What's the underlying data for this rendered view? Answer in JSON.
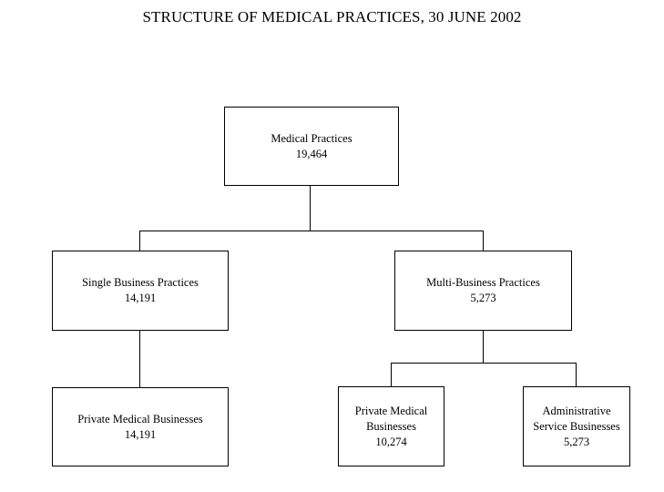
{
  "chart": {
    "title": "STRUCTURE OF MEDICAL PRACTICES, 30 JUNE 2002",
    "type": "organizational-hierarchy",
    "nodes": {
      "root": {
        "label": "Medical Practices",
        "value": "19,464"
      },
      "single_business": {
        "label": "Single Business Practices",
        "value": "14,191"
      },
      "multi_business": {
        "label": "Multi-Business Practices",
        "value": "5,273"
      },
      "single_private_medical": {
        "label_line1": "Private Medical Businesses",
        "value": "14,191"
      },
      "multi_private_medical": {
        "label_line1": "Private Medical",
        "label_line2": "Businesses",
        "value": "10,274"
      },
      "multi_admin_service": {
        "label_line1": "Administrative",
        "label_line2": "Service Businesses",
        "value": "5,273"
      }
    },
    "colors": {
      "background": "#ffffff",
      "box_border": "#000000",
      "text": "#000000",
      "connector": "#000000"
    }
  }
}
